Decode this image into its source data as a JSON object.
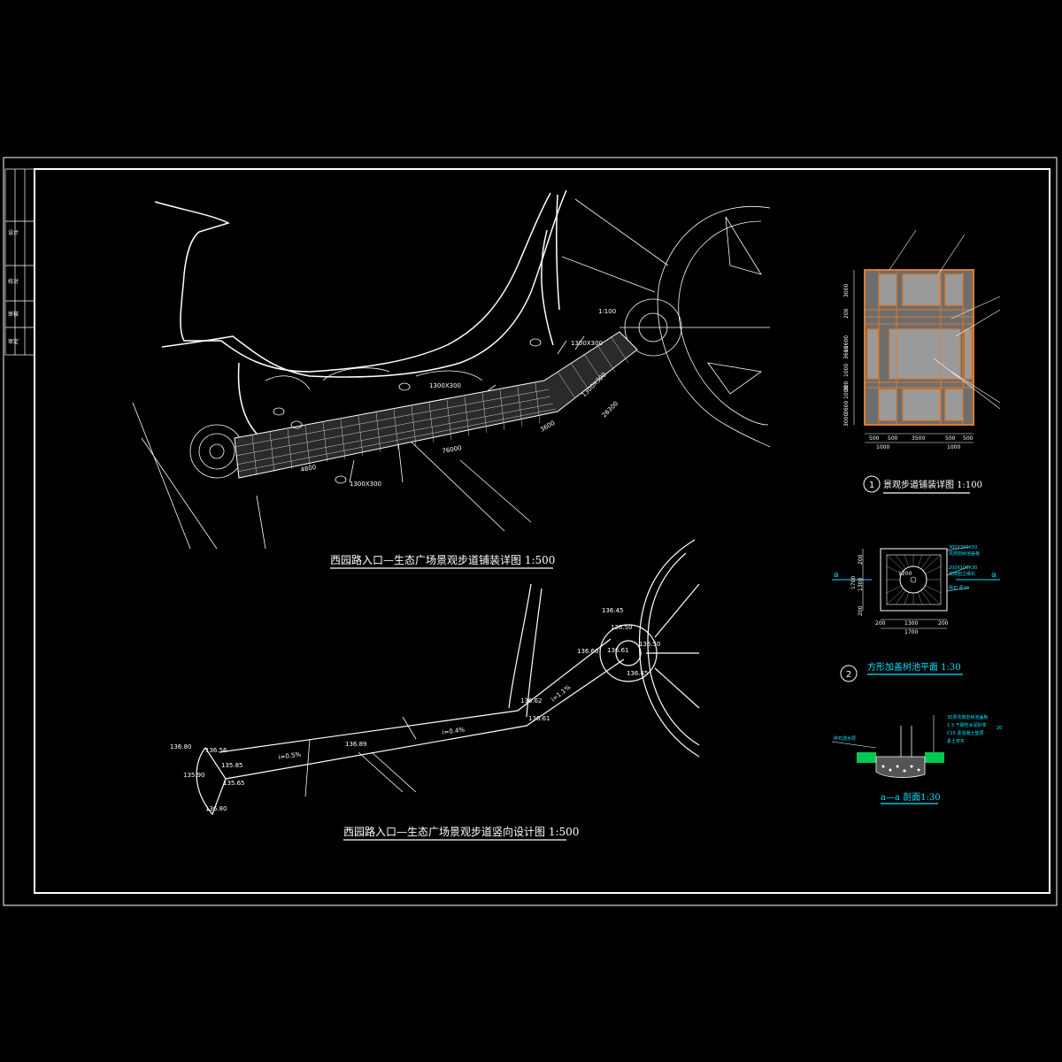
{
  "colors": {
    "background": "#000000",
    "linework": "#ffffff",
    "dimension": "#00e5ff",
    "paving_border": "#e07a2c",
    "paving_fill": "#9a9a9a",
    "grass": "#00c853"
  },
  "plan": {
    "title": "西园路入口—生态广场景观步道铺装详图 1:500",
    "labels": {
      "l1": "1:100",
      "l2": "26300",
      "l3": "3600",
      "l4": "4800",
      "l5": "76000",
      "l6": "1300X300",
      "l7": "1300X300",
      "l8": "1300X300",
      "l9": "1300X300"
    }
  },
  "profile": {
    "title": "西园路入口—生态广场景观步道竖向设计图 1:500",
    "elevations": [
      "136.80",
      "136.56",
      "135.90",
      "135.85",
      "135.65",
      "136.80",
      "136.89",
      "136.62",
      "136.61",
      "136.60",
      "136.45",
      "136.50",
      "136.61",
      "136.45",
      "136.50"
    ],
    "slopes": [
      "i=0.5%",
      "i=0.4%",
      "i=1.1%"
    ]
  },
  "detail1": {
    "title": "景观步道铺装详图 1:100",
    "index": "1",
    "dims": [
      "3000",
      "200",
      "3600",
      "1000",
      "1000",
      "3600",
      "200",
      "3000",
      "500",
      "500",
      "3500",
      "500",
      "500",
      "11600",
      "1000",
      "1000"
    ]
  },
  "detail2": {
    "title": "方形加盖树池平面 1:30",
    "index": "2",
    "section_mark": "a",
    "dims": [
      "1700",
      "1300",
      "200",
      "200",
      "1700",
      "200",
      "1300",
      "200",
      "1200"
    ],
    "notes": [
      "300X300X50",
      "花岗岩树池盖板",
      "200X100X30",
      "花岗岩立缘石",
      "砾石 厚10"
    ]
  },
  "detail3": {
    "title": "a—a 剖面1:30",
    "notes": [
      "30厚花岗岩树池盖板",
      "1:3 干硬性水泥砂浆",
      "C15 素混凝土垫层",
      "素土夯实",
      "碎石透水层",
      "20"
    ]
  },
  "side_block": {
    "rows": [
      "设计",
      "校对",
      "审核",
      "审定"
    ]
  }
}
